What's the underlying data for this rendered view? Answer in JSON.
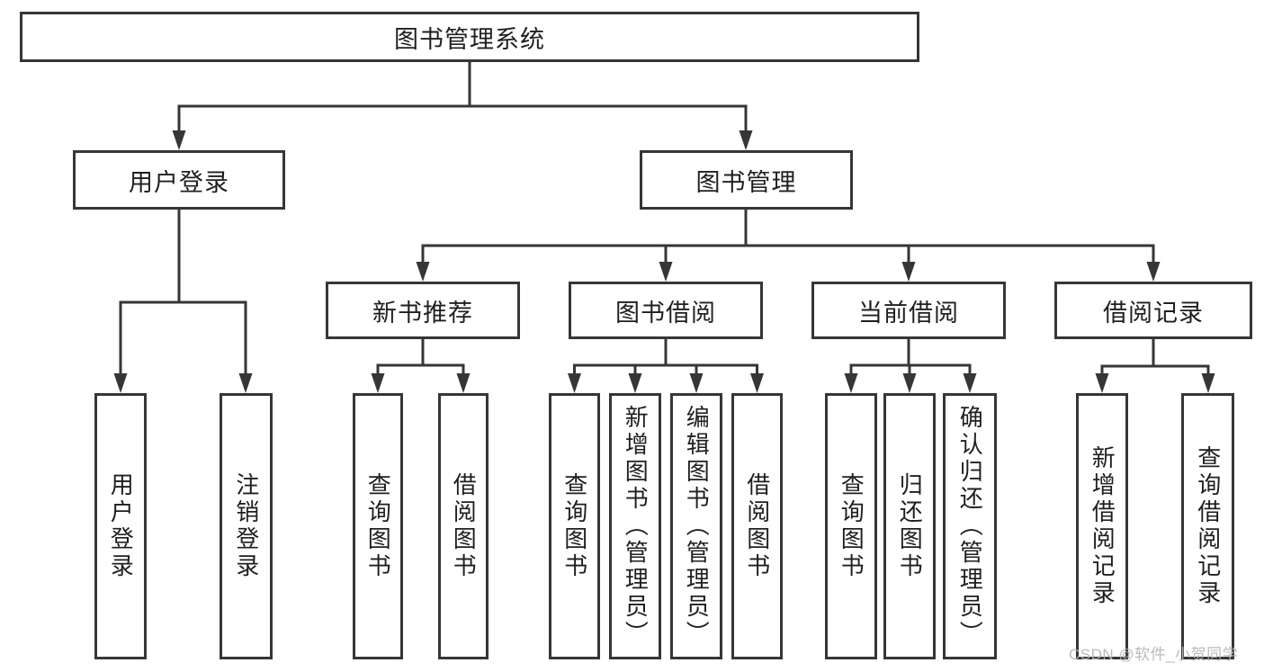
{
  "diagram": {
    "root": {
      "label": "图书管理系统"
    },
    "branches": [
      {
        "label": "用户登录",
        "children": [
          {
            "label": "用户登录"
          },
          {
            "label": "注销登录"
          }
        ]
      },
      {
        "label": "图书管理",
        "children": [
          {
            "label": "新书推荐",
            "children": [
              {
                "label": "查询图书"
              },
              {
                "label": "借阅图书"
              }
            ]
          },
          {
            "label": "图书借阅",
            "children": [
              {
                "label": "查询图书"
              },
              {
                "label": "新增图书（管理员）"
              },
              {
                "label": "编辑图书（管理员）"
              },
              {
                "label": "借阅图书"
              }
            ]
          },
          {
            "label": "当前借阅",
            "children": [
              {
                "label": "查询图书"
              },
              {
                "label": "归还图书"
              },
              {
                "label": "确认归还（管理员）"
              }
            ]
          },
          {
            "label": "借阅记录",
            "children": [
              {
                "label": "新增借阅记录"
              },
              {
                "label": "查询借阅记录"
              }
            ]
          }
        ]
      }
    ],
    "watermark": "CSDN @软件_小贺同学",
    "colors": {
      "line": "#363636",
      "text": "#1f1f1f",
      "watermark": "#b3b3b3",
      "background": "#ffffff"
    }
  }
}
